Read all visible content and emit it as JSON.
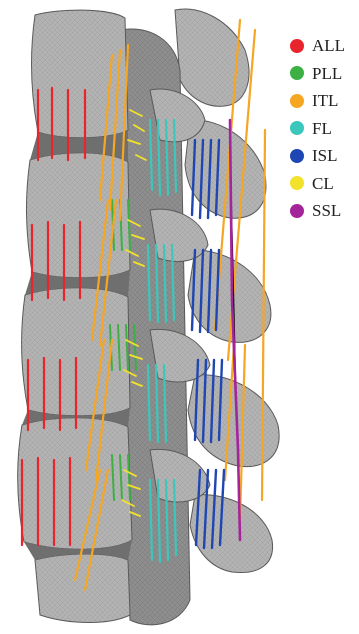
{
  "figure": {
    "spine_fill": "#a9a9a9",
    "spine_shadow": "#7d7d7d",
    "spine_outline": "#5a5a5a"
  },
  "legend": {
    "items": [
      {
        "key": "all",
        "label": "ALL",
        "color": "#e8242c"
      },
      {
        "key": "pll",
        "label": "PLL",
        "color": "#3cb043"
      },
      {
        "key": "itl",
        "label": "ITL",
        "color": "#f5a623"
      },
      {
        "key": "fl",
        "label": "FL",
        "color": "#3cc7bd"
      },
      {
        "key": "isl",
        "label": "ISL",
        "color": "#1f47b3"
      },
      {
        "key": "cl",
        "label": "CL",
        "color": "#f2e22a"
      },
      {
        "key": "ssl",
        "label": "SSL",
        "color": "#a4249a"
      }
    ]
  }
}
